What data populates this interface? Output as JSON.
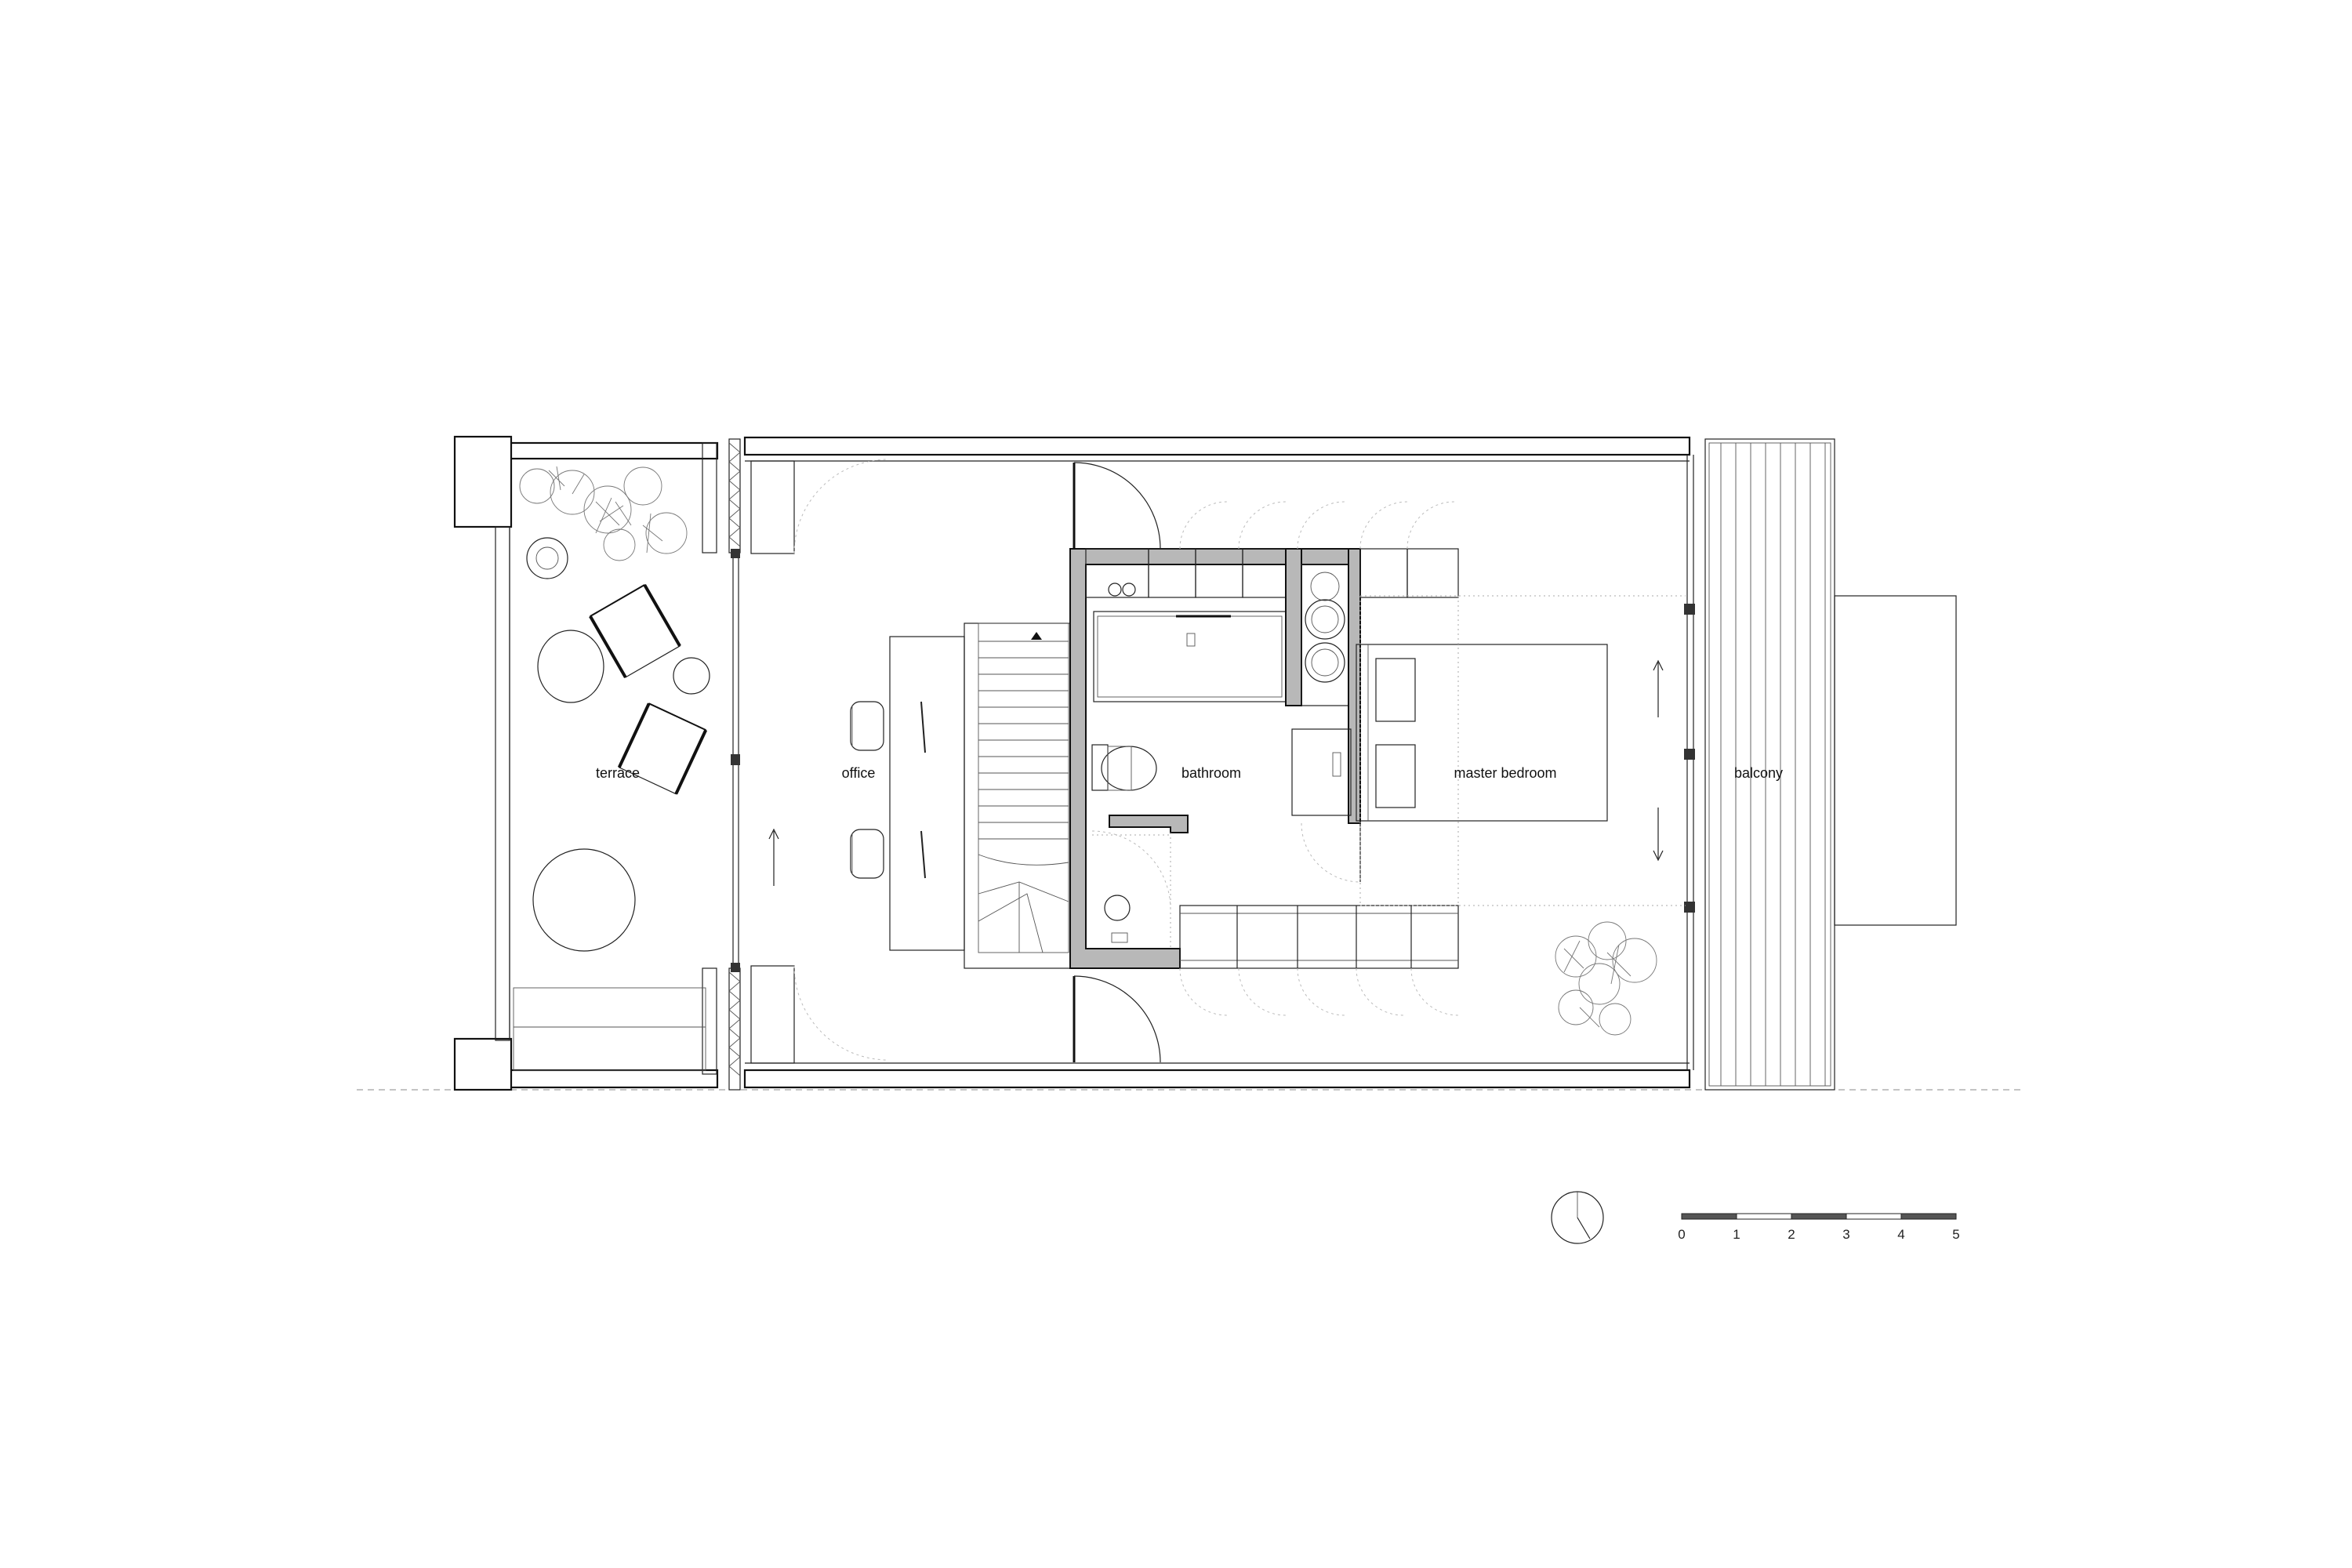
{
  "rooms": {
    "terrace": "terrace",
    "office": "office",
    "bathroom": "bathroom",
    "master_bedroom": "master bedroom",
    "balcony": "balcony"
  },
  "scale_bar": {
    "ticks": [
      "0",
      "1",
      "2",
      "3",
      "4",
      "5"
    ]
  },
  "colors": {
    "line": "#111111",
    "wall_fill_grey": "#b8b8b8",
    "background": "#ffffff"
  }
}
